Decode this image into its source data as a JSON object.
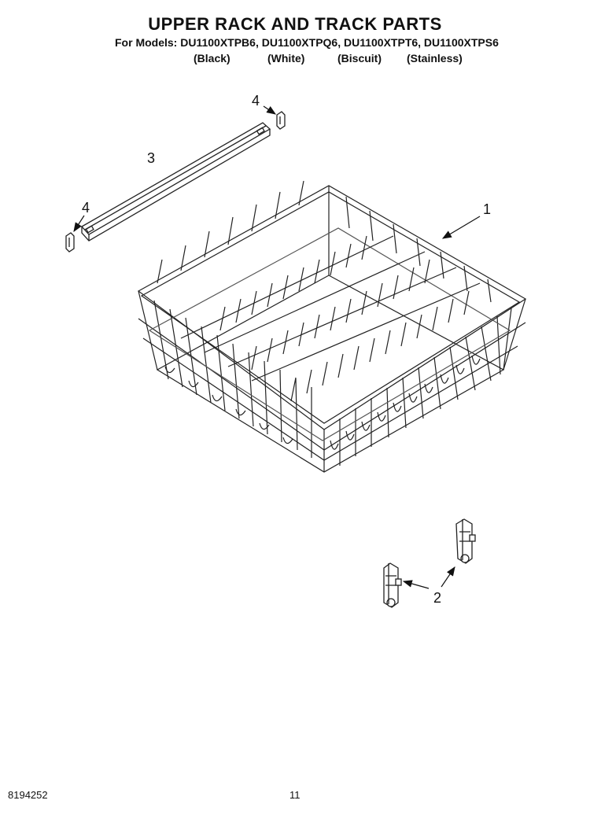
{
  "header": {
    "title": "UPPER RACK AND TRACK PARTS",
    "models_line": "For Models: DU1100XTPB6, DU1100XTPQ6, DU1100XTPT6, DU1100XTPS6",
    "colors": [
      "(Black)",
      "(White)",
      "(Biscuit)",
      "(Stainless)"
    ]
  },
  "callouts": {
    "rack": "1",
    "rollers": "2",
    "track": "3",
    "end_cap_top": "4",
    "end_cap_left": "4"
  },
  "footer": {
    "doc_number": "8194252",
    "page_number": "11"
  }
}
